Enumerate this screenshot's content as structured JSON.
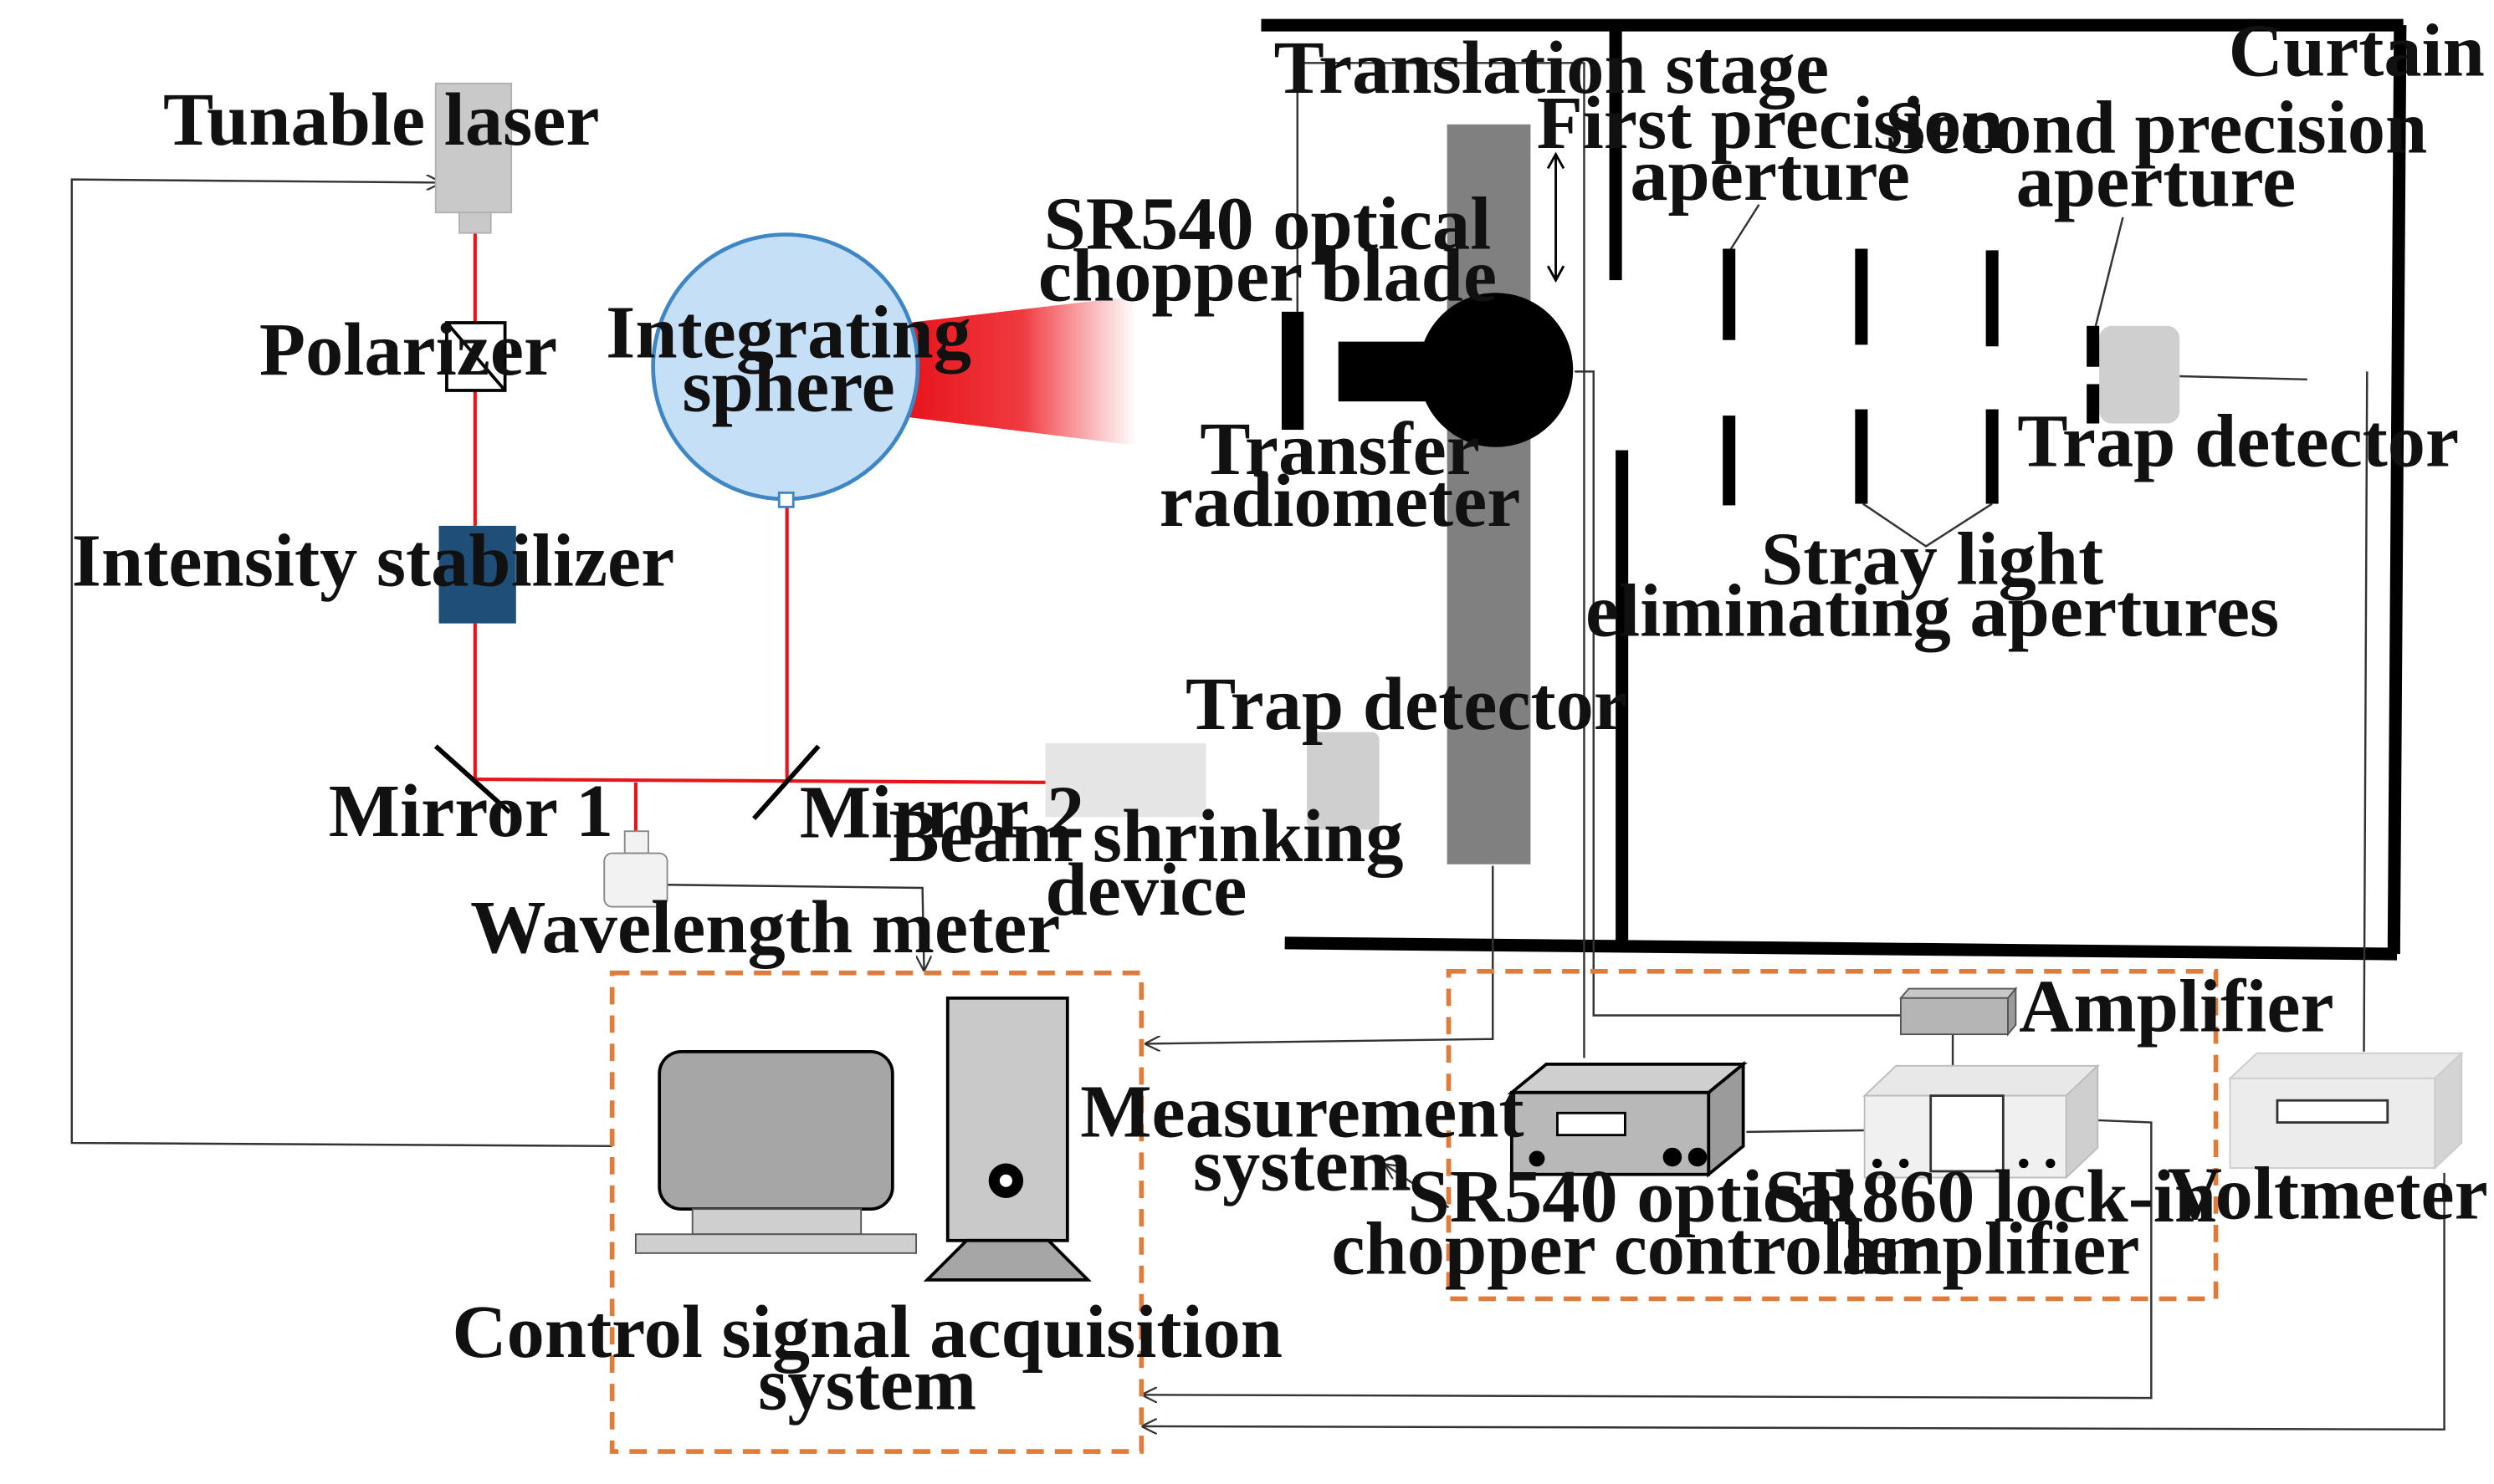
{
  "labels": {
    "tunable_laser": "Tunable laser",
    "polarizer": "Polarizer",
    "intensity_stabilizer": "Intensity stabilizer",
    "integrating_sphere_1": "Integrating",
    "integrating_sphere_2": "sphere",
    "mirror_1": "Mirror 1",
    "mirror_2": "Mirror 2",
    "wavelength_meter": "Wavelength meter",
    "beam_shrinking_1": "Beam shrinking",
    "beam_shrinking_2": "device",
    "trap_detector_front": "Trap detector",
    "translation_stage": "Translation stage",
    "chopper_blade_1": "SR540 optical",
    "chopper_blade_2": "chopper blade",
    "transfer_radiometer_1": "Transfer",
    "transfer_radiometer_2": "radiometer",
    "curtain": "Curtain",
    "first_aperture_1": "First precision",
    "first_aperture_2": "aperture",
    "second_aperture_1": "Second precision",
    "second_aperture_2": "aperture",
    "trap_detector_back": "Trap detector",
    "stray_light_1": "Stray light",
    "stray_light_2": "eliminating apertures",
    "amplifier": "Amplifier",
    "measurement_system_1": "Measurement",
    "measurement_system_2": "system",
    "chopper_controller_1": "SR540 optical",
    "chopper_controller_2": "chopper controller",
    "lockin_1": "SR860 lock-in",
    "lockin_2": "amplifier",
    "voltmeter": "Voltmeter",
    "control_system_1": "Control signal acquisition",
    "control_system_2": "system"
  },
  "colors": {
    "laser_beam": "#e8141b",
    "sphere_fill": "#c5dff7",
    "sphere_stroke": "#3f87c4",
    "stabilizer": "#1f4e79",
    "dashed_box": "#e07b39",
    "stage": "#808080"
  }
}
